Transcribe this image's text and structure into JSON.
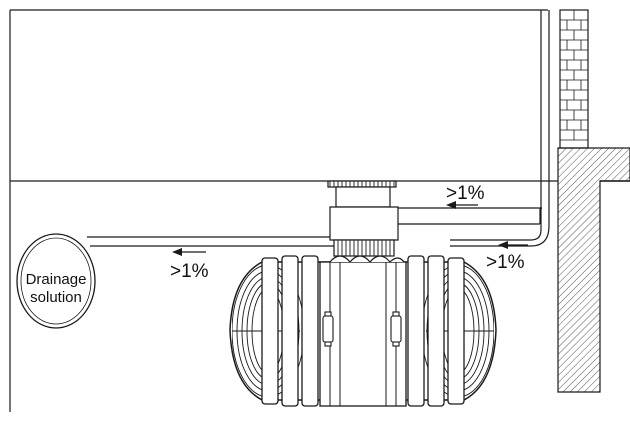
{
  "labels": {
    "drainage_line1": "Drainage",
    "drainage_line2": "solution",
    "slope_top": ">1%",
    "slope_left": ">1%",
    "slope_right": ">1%"
  },
  "colors": {
    "line": "#1a1a1a",
    "background": "#ffffff",
    "hatch": "#555555"
  }
}
